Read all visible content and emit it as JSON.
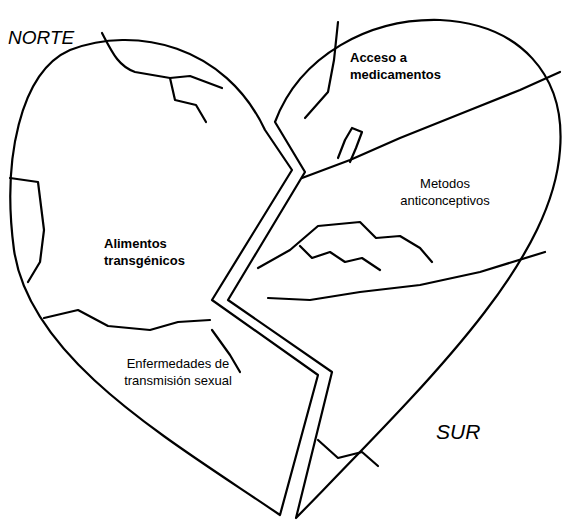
{
  "diagram": {
    "labels": [
      "NORTE",
      "Acceso a medicamentos",
      "Metodos anticonceptivos",
      "Alimentos transgénicos",
      "Enfermedades de transmisión sexual",
      "SUR"
    ]
  }
}
